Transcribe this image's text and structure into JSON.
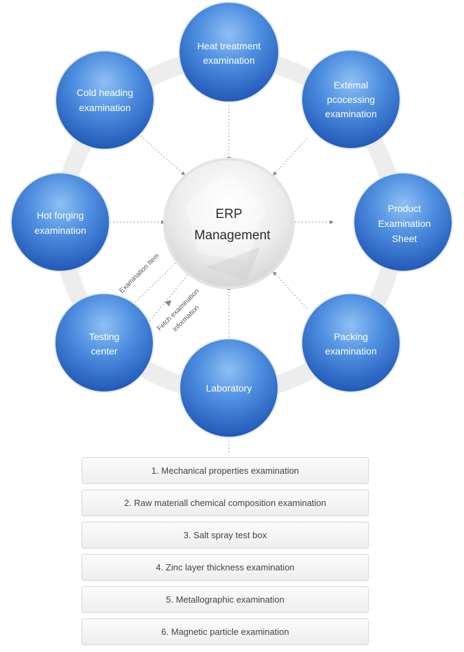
{
  "center": {
    "line1": "ERP",
    "line2": "Management"
  },
  "nodes": {
    "heat_treatment": [
      "Heat treatment",
      "examination"
    ],
    "external_processing": [
      "Extemal",
      "pcocessing",
      "examination"
    ],
    "product_sheet": [
      "Product",
      "Examination",
      "Sheet"
    ],
    "packing": [
      "Packing",
      "examination"
    ],
    "laboratory": [
      "Laboratory"
    ],
    "testing_center": [
      "Testing",
      "center"
    ],
    "hot_forging": [
      "Hot forging",
      "examination"
    ],
    "cold_heading": [
      "Cold heading",
      "examination"
    ]
  },
  "edge_labels": {
    "examination_item": "Examination  Item",
    "fetch_line1": "Fetch examination",
    "fetch_line2": "information"
  },
  "list": [
    "1. Mechanical properties examination",
    "2. Raw materiall chemical composition examination",
    "3. Salt spray test box",
    "4. Zinc layer thickness examination",
    "5. Metallographic examination",
    "6. Magnetic particle examination"
  ],
  "colors": {
    "node_blue": "#2f6fc9",
    "node_light": "#7eb2ef",
    "ring": "#f1f1f1",
    "line": "#9a9a9a"
  }
}
